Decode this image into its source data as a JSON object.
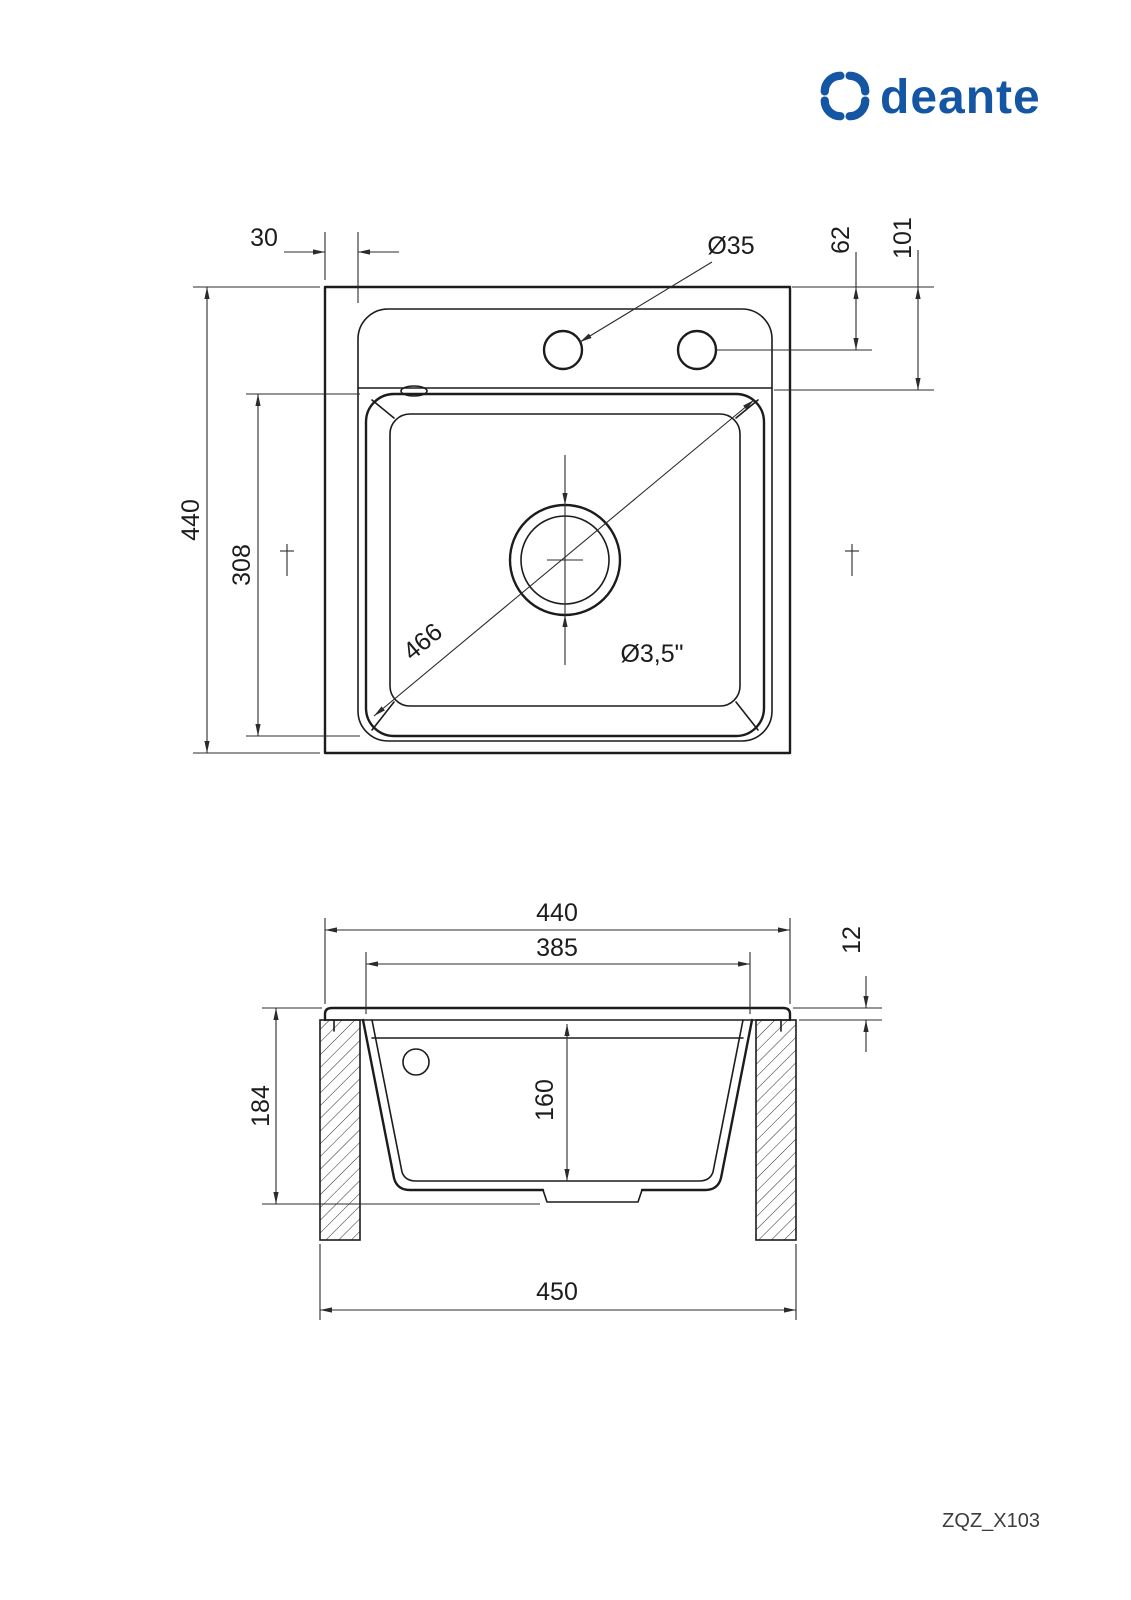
{
  "logo": {
    "name": "deante",
    "color": "#1456a3"
  },
  "footer": {
    "model_code": "ZQZ_X103"
  },
  "top_view": {
    "offset_30": "30",
    "hole_diameter": "Ø35",
    "hole_offset_62": "62",
    "deck_depth_101": "101",
    "overall_440": "440",
    "basin_308": "308",
    "diagonal_466": "466",
    "drain_35": "Ø3,5\""
  },
  "front_view": {
    "width_440": "440",
    "inner_385": "385",
    "rim_12": "12",
    "height_184": "184",
    "depth_160": "160",
    "cabinet_450": "450"
  }
}
